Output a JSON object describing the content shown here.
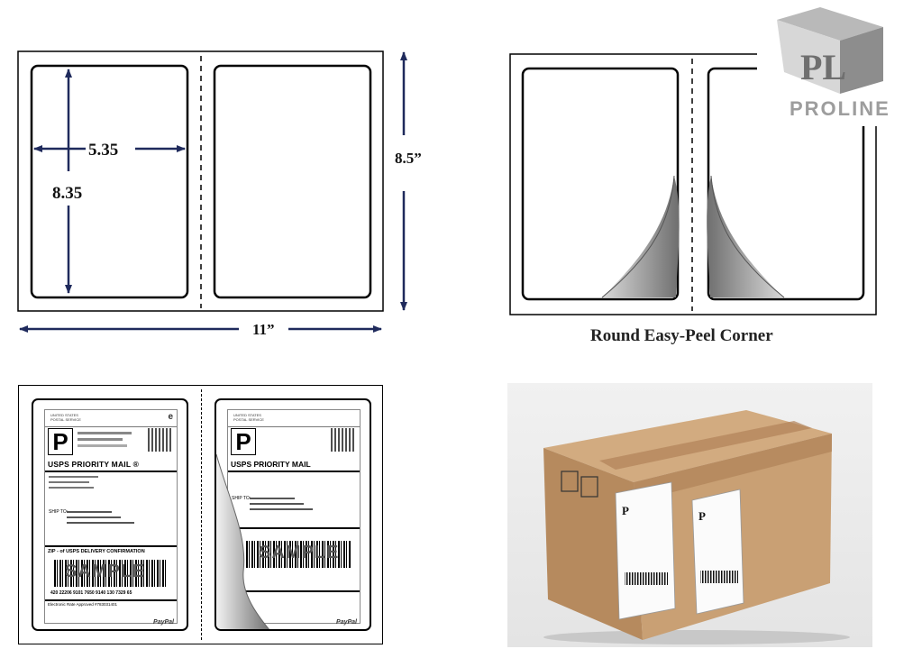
{
  "brand": {
    "name": "PROLINE",
    "mark": "PL"
  },
  "dimension_diagram": {
    "label_width": "5.35",
    "label_height": "8.35",
    "sheet_height": "8.5”",
    "sheet_width": "11”"
  },
  "peel_diagram": {
    "caption": "Round Easy-Peel Corner"
  },
  "sample_labels": {
    "carrier_lines": [
      "UNITED STATES",
      "POSTAL SERVICE"
    ],
    "service_letter": "P",
    "service_title": "USPS PRIORITY MAIL ®",
    "ship_to": "SHIP TO:",
    "confirmation": "ZIP - of USPS DELIVERY CONFIRMATION",
    "watermark": "SAMPLE",
    "tracking_number": "420 22206 9101 7650 9140 130 7329 65",
    "footer_left": "Electronic Rate Approved #783031401",
    "brand_right": "PayPal",
    "service_title_right": "USPS PRIORITY MAIL"
  },
  "colors": {
    "arrow": "#1f2a5c",
    "peel_gray": "#a0a0a0",
    "box_kraft": "#c9a27a",
    "logo_gray": "#9d9d9d"
  }
}
